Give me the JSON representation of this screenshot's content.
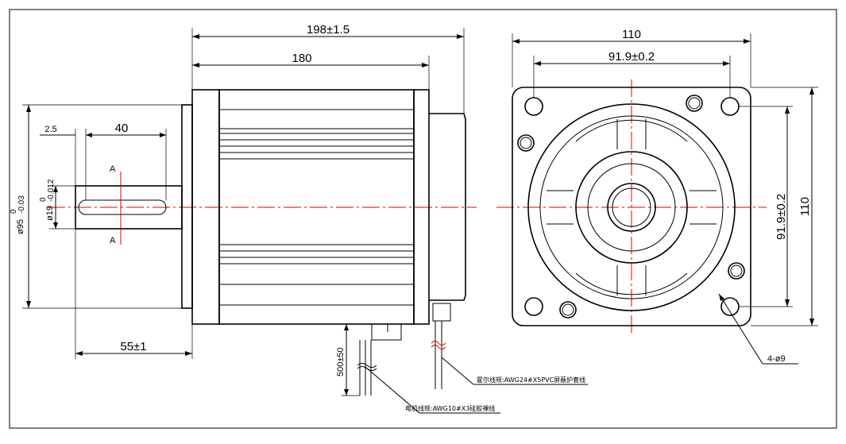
{
  "drawing": {
    "dims": {
      "overall_length": "198±1.5",
      "body_length": "180",
      "shaft_length": "55±1",
      "key_length": "40",
      "key_offset": "2.5",
      "flange_diameter": "ø95",
      "flange_tol_upper": "0",
      "flange_tol_lower": "-0.03",
      "shaft_diameter": "ø19",
      "shaft_tol_upper": "0",
      "shaft_tol_lower": "-0.012",
      "section_mark_top": "A",
      "section_mark_bottom": "A",
      "cable_length": "500±50",
      "square_width": "110",
      "hole_pitch_h": "91.9±0.2",
      "hole_pitch_v": "91.9±0.2",
      "square_height": "110",
      "hole_callout": "4-ø9"
    },
    "notes": {
      "encoder_cable": "霍尔线规:AWG24#X5PVC屏蔽护套线",
      "power_cable": "电机线规:AWG10#X3硅胶裸线"
    }
  }
}
